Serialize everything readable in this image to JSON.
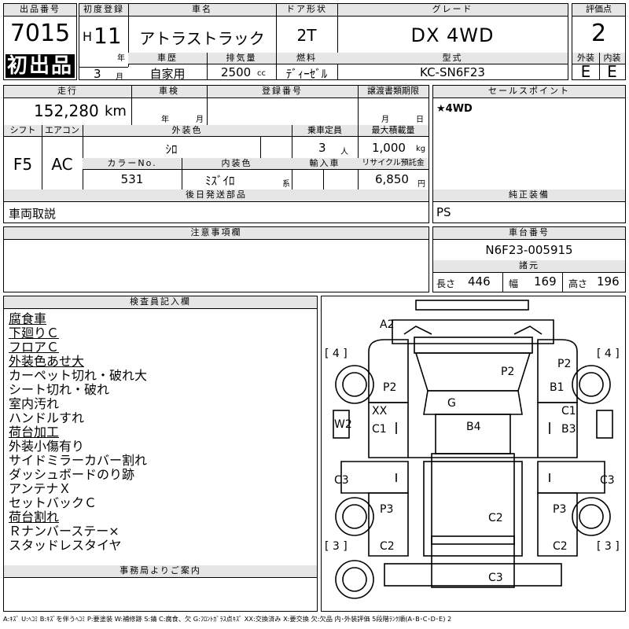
{
  "header": {
    "lot_label": "出品番号",
    "lot_no": "7015",
    "first_listing": "初出品",
    "reg_label": "初度登録",
    "era": "H",
    "year": "11",
    "year_unit": "年",
    "month": "3",
    "month_unit": "月",
    "car_name_label": "車名",
    "car_name": "アトラストラック",
    "door_label": "ドア形状",
    "door": "2T",
    "grade_label": "グレード",
    "grade": "DX 4WD",
    "score_label": "評価点",
    "score": "2",
    "history_label": "車歴",
    "history": "自家用",
    "displacement_label": "排気量",
    "displacement": "2500",
    "displacement_unit": "cc",
    "fuel_label": "燃料",
    "fuel": "ﾃﾞｨｰｾﾞﾙ",
    "model_label": "型式",
    "model": "KC-SN6F23",
    "exterior_label": "外装",
    "exterior": "E",
    "interior_label": "内装",
    "interior": "E"
  },
  "row2": {
    "mileage_label": "走行",
    "mileage": "152,280",
    "mileage_unit": "km",
    "inspection_label": "車検",
    "inspection_year_unit": "年",
    "inspection_month_unit": "月",
    "regno_label": "登録番号",
    "transfer_label": "譲渡書類期限",
    "transfer_month_unit": "月",
    "transfer_day_unit": "日",
    "sales_label": "セールスポイント",
    "sales_point": "★4WD",
    "shift_label": "シフト",
    "shift": "F5",
    "ac_label": "エアコン",
    "ac": "AC",
    "color_label": "外装色",
    "color": "ｼﾛ",
    "capacity_label": "乗車定員",
    "capacity": "3",
    "capacity_unit": "人",
    "load_label": "最大積載量",
    "load": "1,000",
    "load_unit": "kg",
    "colorno_label": "カラーNo.",
    "colorno": "531",
    "intcolor_label": "内装色",
    "intcolor": "ﾐｽﾞｲﾛ",
    "intcolor_unit": "系",
    "import_label": "輸入車",
    "recycle_label": "リサイクル預託金",
    "recycle": "6,850",
    "recycle_unit": "円",
    "later_label": "後日発送部品",
    "later": "車両取説",
    "genuine_label": "純正装備",
    "genuine": "PS"
  },
  "notes": {
    "caution_label": "注意事項欄",
    "chassis_label": "車台番号",
    "chassis": "N6F23-005915",
    "dims_label": "諸元",
    "length_label": "長さ",
    "length": "446",
    "width_label": "幅",
    "width": "169",
    "height_label": "高さ",
    "height": "196"
  },
  "inspector": {
    "label": "検査員記入欄",
    "lines": [
      {
        "text": "腐食車",
        "u": true
      },
      {
        "text": "下廻りＣ",
        "u": true
      },
      {
        "text": "フロアＣ",
        "u": true
      },
      {
        "text": "外装色あせ大",
        "u": true
      },
      {
        "text": "カーペット切れ・破れ大",
        "u": false
      },
      {
        "text": "シート切れ・破れ",
        "u": false
      },
      {
        "text": "室内汚れ",
        "u": false
      },
      {
        "text": "ハンドルすれ",
        "u": false
      },
      {
        "text": "荷台加工",
        "u": true
      },
      {
        "text": "外装小傷有り",
        "u": false
      },
      {
        "text": "サイドミラーカバー割れ",
        "u": false
      },
      {
        "text": "ダッシュボードのり跡",
        "u": false
      },
      {
        "text": "アンテナＸ",
        "u": false
      },
      {
        "text": "セットバックＣ",
        "u": false
      },
      {
        "text": "荷台割れ",
        "u": true
      },
      {
        "text": "Ｒナンバーステー×",
        "u": false
      },
      {
        "text": "スタッドレスタイヤ",
        "u": false
      }
    ],
    "office_label": "事務局よりご案内"
  },
  "diagram": {
    "marks": [
      "A2",
      "[ 4 ]",
      "[ 4 ]",
      "P2",
      "P2",
      "P2",
      "B1",
      "G",
      "XX",
      "C1",
      "C1",
      "B4",
      "W2",
      "B3",
      "C3",
      "C3",
      "P3",
      "C2",
      "P3",
      "[ 3 ]",
      "C2",
      "C2",
      "[ 3 ]",
      "C3"
    ]
  },
  "legend": "A:ｷｽﾞ U:ﾍｺﾐ B:ｷｽﾞを伴うﾍｺﾐ P:要塗装 W:補修跡 S:錆 C:腐食、欠 G:ﾌﾛﾝﾄｶﾞﾗｽ点ｷｽﾞ XX:交換済み X:要交換 欠:欠品 内･外装評価 5段階ﾗﾝｸ順(A･B･C･D･E) 2"
}
